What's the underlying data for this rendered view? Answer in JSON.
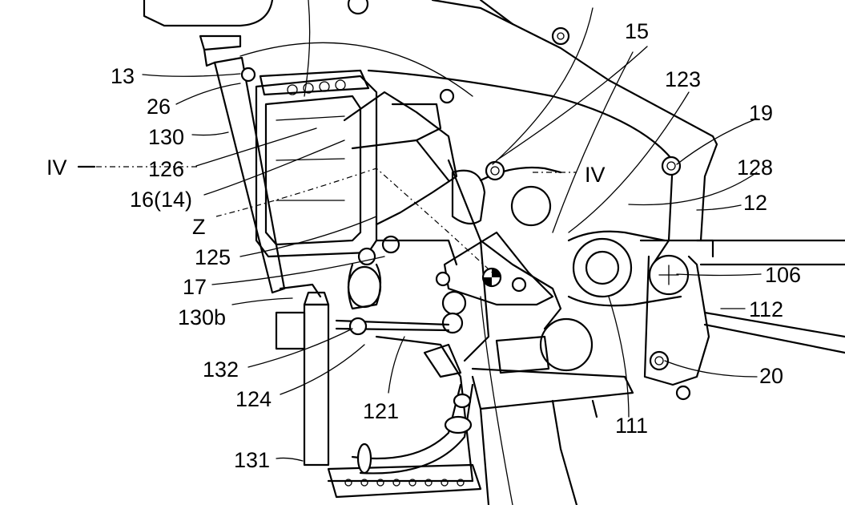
{
  "labels": {
    "l15": "15",
    "l123": "123",
    "l13": "13",
    "l26": "26",
    "l19": "19",
    "l130": "130",
    "l128": "128",
    "l126": "126",
    "l16_14": "16(14)",
    "l12": "12",
    "lZ": "Z",
    "l125": "125",
    "l106": "106",
    "l17": "17",
    "l112": "112",
    "l130b": "130b",
    "l132": "132",
    "l20": "20",
    "l124": "124",
    "l121": "121",
    "l111": "111",
    "l131": "131",
    "section_left": "IV",
    "section_right": "IV"
  }
}
